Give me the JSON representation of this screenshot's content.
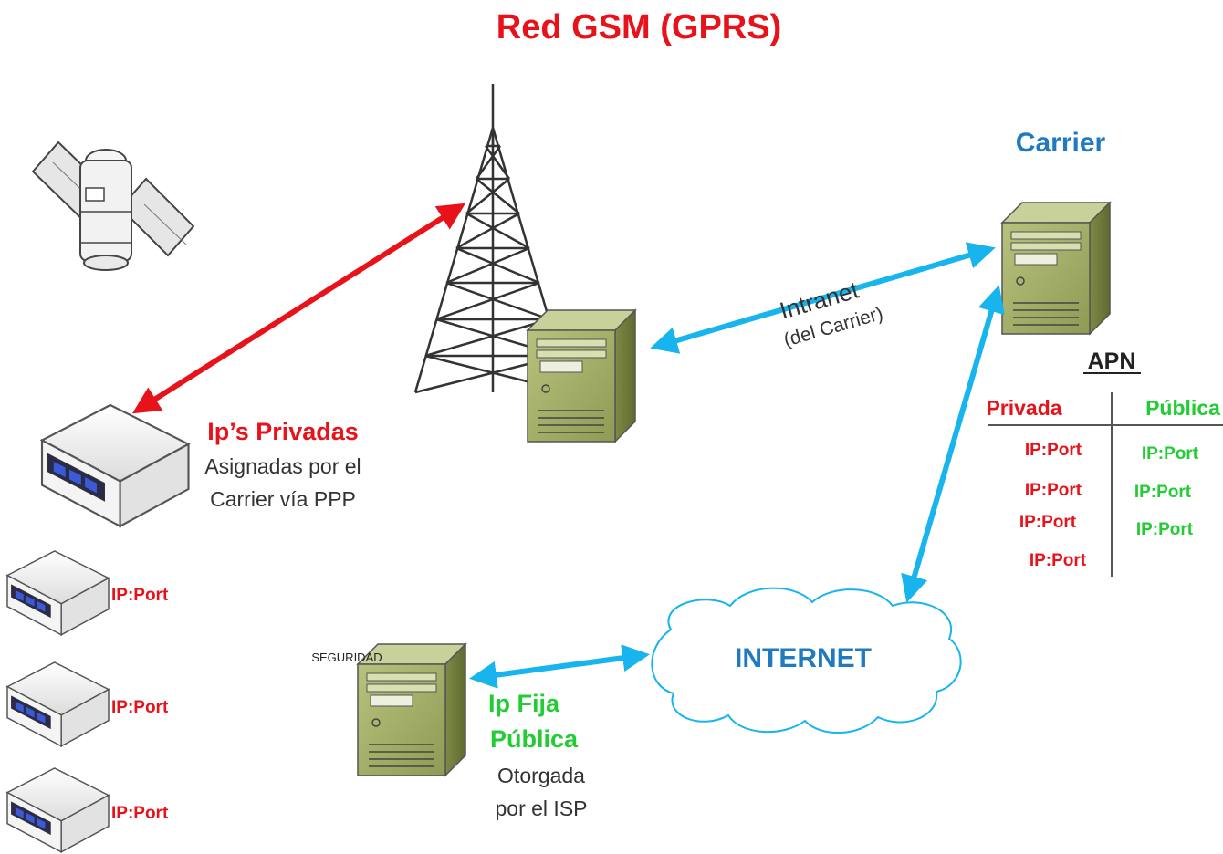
{
  "title": "Red GSM (GPRS)",
  "carrier_label": "Carrier",
  "intranet": {
    "line1": "Intranet",
    "line2": "(del Carrier)"
  },
  "private_ips": {
    "heading": "Ip’s Privadas",
    "line1": "Asignadas por el",
    "line2": "Carrier vía PPP"
  },
  "devices": [
    {
      "label": "IP:Port"
    },
    {
      "label": "IP:Port"
    },
    {
      "label": "IP:Port"
    }
  ],
  "apn": {
    "title": "APN",
    "col_private": "Privada",
    "col_public": "Pública",
    "private_items": [
      "IP:Port",
      "IP:Port",
      "IP:Port",
      "IP:Port"
    ],
    "public_items": [
      "IP:Port",
      "IP:Port",
      "IP:Port"
    ]
  },
  "internet_label": "INTERNET",
  "security_label": "SEGURIDAD",
  "public_ip": {
    "line1": "Ip Fija",
    "line2": "Pública",
    "line3": "Otorgada",
    "line4": "por el ISP"
  },
  "colors": {
    "red": "#e8131a",
    "blue": "#1f7ac2",
    "green": "#22cc33",
    "cyan_arrow": "#17b4ee",
    "server_body": "#a6b26a"
  },
  "icons": [
    "satellite-icon",
    "tower-icon",
    "server-icon",
    "modem-icon",
    "cloud-icon"
  ]
}
